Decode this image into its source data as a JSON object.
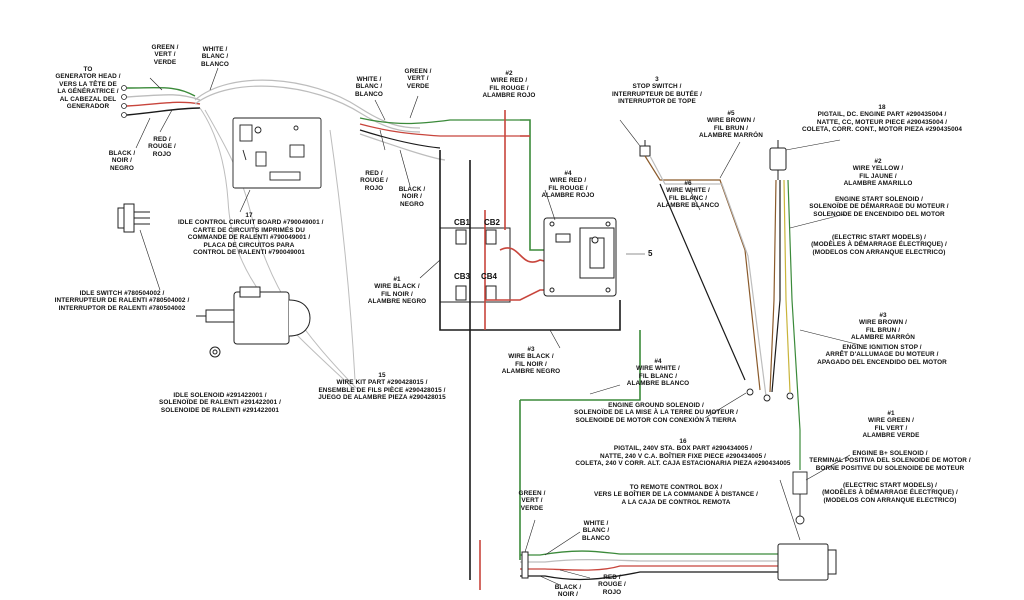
{
  "colors": {
    "wire_red": "#c8453c",
    "wire_green": "#3b8a3a",
    "wire_yellow": "#c9b43a",
    "wire_brown": "#8a5a2b",
    "wire_black": "#1a1a1a",
    "wire_white": "#bdbdbd",
    "line": "#2a2a2a"
  },
  "labels": {
    "generator_head": [
      "TO",
      "GENERATOR HEAD /",
      "VERS LA TÊTE DE",
      "LA GÉNÉRATRICE /",
      "AL CABEZAL DEL",
      "GENERADOR"
    ],
    "green_top_left": [
      "GREEN /",
      "VERT /",
      "VERDE"
    ],
    "white_top_left": [
      "WHITE /",
      "BLANC /",
      "BLANCO"
    ],
    "red_left": [
      "RED /",
      "ROUGE /",
      "ROJO"
    ],
    "black_left": [
      "BLACK /",
      "NOIR /",
      "NEGRO"
    ],
    "white_center": [
      "WHITE /",
      "BLANC /",
      "BLANCO"
    ],
    "green_center": [
      "GREEN /",
      "VERT /",
      "VERDE"
    ],
    "red_center": [
      "RED /",
      "ROUGE /",
      "ROJO"
    ],
    "black_center": [
      "BLACK /",
      "NOIR /",
      "NEGRO"
    ],
    "wire2": [
      "#2",
      "WIRE RED /",
      "FIL ROUGE /",
      "ALAMBRE ROJO"
    ],
    "stop_switch": [
      "3",
      "STOP SWITCH /",
      "INTERRUPTEUR DE BUTÉE /",
      "INTERRUPTOR DE TOPE"
    ],
    "wire5": [
      "#5",
      "WIRE BROWN /",
      "FIL BRUN /",
      "ALAMBRE MARRÓN"
    ],
    "pigtail_dc": [
      "18",
      "PIGTAIL, DC. ENGINE PART #290435004 /",
      "NATTE, CC, MOTEUR PIECE #290435004 /",
      "COLETA, CORR. CONT., MOTOR PIEZA #290435004"
    ],
    "wire2_right": [
      "#2",
      "WIRE YELLOW /",
      "FIL JAUNE /",
      "ALAMBRE AMARILLO"
    ],
    "engine_start": [
      "ENGINE START SOLENOID /",
      "SOLENOÏDE DE DÉMARRAGE DU MOTEUR /",
      "SOLENOIDE DE ENCENDIDO DEL MOTOR"
    ],
    "electric_start_1": [
      "(ELECTRIC START MODELS) /",
      "(MODÈLES À DÉMARRAGE ÉLECTRIQUE) /",
      "(MODELOS CON ARRANQUE ELECTRICO)"
    ],
    "wire4_center": [
      "#4",
      "WIRE RED /",
      "FIL ROUGE /",
      "ALAMBRE ROJO"
    ],
    "wire6": [
      "#6",
      "WIRE WHITE /",
      "FIL BLANC /",
      "ALAMBRE BLANCO"
    ],
    "idle_board": [
      "17",
      "IDLE CONTROL CIRCUIT BOARD #790049001 /",
      "CARTE DE CIRCUITS IMPRIMÉS DU",
      "COMMANDE DE RALENTI #790049001 /",
      "PLACA DE CIRCUITOS PARA",
      "CONTROL DE RALENTI #790049001"
    ],
    "idle_switch": [
      "IDLE SWITCH #780504002 /",
      "INTERRUPTEUR DE RALENTI #780504002 /",
      "INTERRUPTOR DE RALENTI #780504002"
    ],
    "wire1": [
      "#1",
      "WIRE BLACK /",
      "FIL NOIR /",
      "ALAMBRE NEGRO"
    ],
    "wire3_center": [
      "#3",
      "WIRE BLACK /",
      "FIL NOIR /",
      "ALAMBRE NEGRO"
    ],
    "wire3_right": [
      "#3",
      "WIRE BROWN /",
      "FIL BRUN /",
      "ALAMBRE MARRÓN"
    ],
    "ignition_stop": [
      "ENGINE IGNITION STOP /",
      "ARRÊT D'ALLUMAGE DU MOTEUR /",
      "APAGADO DEL ENCENDIDO DEL MOTOR"
    ],
    "idle_solenoid": [
      "IDLE SOLENOID #291422001 /",
      "SOLENOÏDE DE RALENTI #291422001 /",
      "SOLENOIDE DE RALENTI #291422001"
    ],
    "wire_kit": [
      "15",
      "WIRE KIT PART #290428015 /",
      "ENSEMBLE DE FILS PIÈCE #290428015 /",
      "JUEGO DE ALAMBRE PIEZA #290428015"
    ],
    "wire4_white": [
      "#4",
      "WIRE WHITE /",
      "FIL BLANC /",
      "ALAMBRE BLANCO"
    ],
    "ground_solenoid": [
      "ENGINE GROUND SOLENOID /",
      "SOLENOÏDE DE LA MISE À LA TERRE DU MOTEUR /",
      "SOLENOIDE DE MOTOR CON CONEXIÓN A TIERRA"
    ],
    "wire1_green": [
      "#1",
      "WIRE GREEN /",
      "FIL VERT /",
      "ALAMBRE VERDE"
    ],
    "terminal_pos": [
      "ENGINE B+ SOLENOID /",
      "TERMINAL POSITIVA DEL SOLENOIDE DE MOTOR /",
      "BORNE POSITIVE DU SOLENOIDE DE MOTEUR"
    ],
    "electric_start_2": [
      "(ELECTRIC START MODELS) /",
      "(MODÈLES À DÉMARRAGE ÉLECTRIQUE) /",
      "(MODELOS CON ARRANQUE ELECTRICO)"
    ],
    "pigtail_240": [
      "16",
      "PIGTAIL, 240V STA. BOX PART #290434005 /",
      "NATTE, 240 V C.A. BOÎTIER FIXE PIECE #290434005 /",
      "COLETA, 240 V CORR. ALT. CAJA ESTACIONARIA PIEZA #290434005"
    ],
    "remote_box": [
      "TO REMOTE CONTROL BOX /",
      "VERS LE BOÎTIER DE LA COMMANDE À DISTANCE /",
      "A LA CAJA DE CONTROL REMOTA"
    ],
    "green_bottom": [
      "GREEN /",
      "VERT /",
      "VERDE"
    ],
    "white_bottom": [
      "WHITE /",
      "BLANC /",
      "BLANCO"
    ],
    "red_bottom": [
      "RED /",
      "ROUGE /",
      "ROJO"
    ],
    "black_bottom": [
      "BLACK /",
      "NOIR /"
    ]
  },
  "breakers": [
    "CB1",
    "CB2",
    "CB3",
    "CB4"
  ],
  "callout_5": "5"
}
